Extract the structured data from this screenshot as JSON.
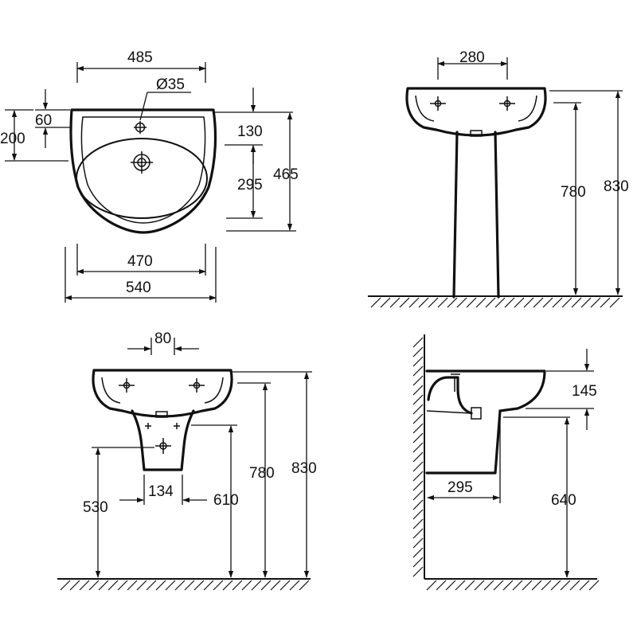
{
  "views": {
    "plan": {
      "dims": {
        "width_top": "485",
        "tap_hole": "Ø35",
        "edge_to_hole": "60",
        "edge_to_drain": "200",
        "front_to_hole": "130",
        "bowl_depth": "295",
        "overall_depth": "465",
        "bowl_width": "470",
        "overall_width": "540"
      }
    },
    "pedestal_front": {
      "dims": {
        "bolt_spacing": "280",
        "rim_height": "780",
        "overall_height": "830"
      }
    },
    "semi_pedestal_front": {
      "dims": {
        "bolt_spacing": "80",
        "pedestal_width": "134",
        "drain_height_left": "530",
        "drain_height_right": "610",
        "rim_height": "780",
        "overall_height": "830"
      }
    },
    "side_wall": {
      "dims": {
        "rim_drop": "145",
        "projection": "295",
        "underside_height": "640"
      }
    }
  }
}
